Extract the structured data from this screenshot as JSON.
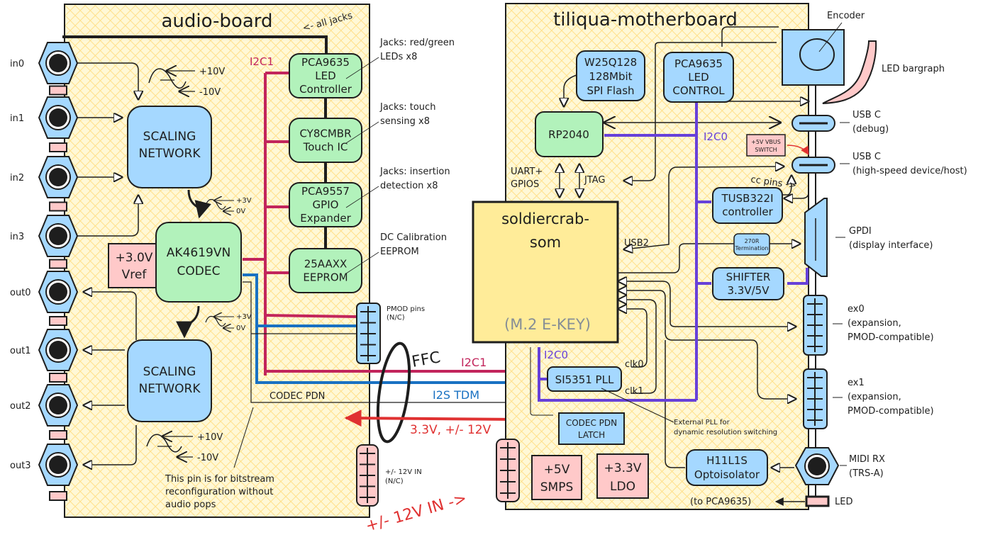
{
  "colors": {
    "board_fill": "#fff3bf",
    "hatch": "#ffe58a",
    "green_block": "#b2f2bb",
    "blue_block": "#a5d8ff",
    "pink_block": "#ffc9c9",
    "som_fill": "#ffec99",
    "i2c1": "#c2255c",
    "i2s": "#1971c2",
    "i2c0": "#6741d9",
    "power": "#e03131",
    "muted": "#868e96"
  },
  "audio_board": {
    "title": "audio-board",
    "all_jacks_note": "<- all jacks",
    "jacks": [
      "in0",
      "in1",
      "in2",
      "in3",
      "out0",
      "out1",
      "out2",
      "out3"
    ],
    "scaling_in": {
      "line1": "SCALING",
      "line2": "NETWORK"
    },
    "scaling_out": {
      "line1": "SCALING",
      "line2": "NETWORK"
    },
    "wave_in": {
      "plus": "+10V",
      "minus": "-10V"
    },
    "wave_out": {
      "plus": "+10V",
      "minus": "-10V"
    },
    "wave_codec_in": {
      "plus": "+3V",
      "minus": "0V"
    },
    "wave_codec_out": {
      "plus": "+3V",
      "minus": "0V"
    },
    "codec": {
      "line1": "AK4619VN",
      "line2": "CODEC"
    },
    "vref": {
      "line1": "+3.0V",
      "line2": "Vref"
    },
    "i2c1_label": "I2C1",
    "chips": [
      {
        "line1": "PCA9635",
        "line2": "LED",
        "line3": "Controller",
        "note1": "Jacks: red/green",
        "note2": "LEDs x8"
      },
      {
        "line1": "CY8CMBR",
        "line2": "Touch IC",
        "line3": "",
        "note1": "Jacks: touch",
        "note2": "sensing x8"
      },
      {
        "line1": "PCA9557",
        "line2": "GPIO",
        "line3": "Expander",
        "note1": "Jacks: insertion",
        "note2": "detection x8"
      },
      {
        "line1": "25AAXX",
        "line2": "EEPROM",
        "line3": "",
        "note1": "DC Calibration",
        "note2": "EEPROM"
      }
    ],
    "pmod_note": {
      "line1": "PMOD pins",
      "line2": "(N/C)"
    },
    "pwr_in_note": {
      "line1": "+/- 12V IN",
      "line2": "(N/C)"
    },
    "codec_pdn_label": "CODEC PDN",
    "bitstream_note": [
      "This pin is for bitstream",
      "reconfiguration without",
      "audio pops"
    ]
  },
  "cable": {
    "ffc_label": "FFC",
    "i2c1_label": "I2C1",
    "i2s_label": "I2S TDM",
    "power_label": "3.3V, +/- 12V",
    "power_in_label": "+/- 12V IN ->"
  },
  "motherboard": {
    "title": "tiliqua-motherboard",
    "flash": {
      "line1": "W25Q128",
      "line2": "128Mbit",
      "line3": "SPI Flash"
    },
    "rp2040": "RP2040",
    "uart_label": {
      "line1": "UART+",
      "line2": "GPIOS"
    },
    "jtag_label": "JTAG",
    "led_control": {
      "line1": "PCA9635",
      "line2": "LED",
      "line3": "CONTROL"
    },
    "i2c0_label": "I2C0",
    "i2c0_label_2": "I2C0",
    "vbus_switch": {
      "line1": "+5V VBUS",
      "line2": "SWITCH"
    },
    "cc_pins": "cc pins ->",
    "tusb": {
      "line1": "TUSB322I",
      "line2": "controller"
    },
    "termination": {
      "line1": "270R",
      "line2": "Termination"
    },
    "shifter": {
      "line1": "SHIFTER",
      "line2": "3.3V/5V"
    },
    "som": {
      "line1": "soldiercrab-",
      "line2": "som",
      "line3": "(M.2 E-KEY)"
    },
    "usb2_label": "USB2",
    "pll": "SI5351 PLL",
    "clk0": "clk0",
    "clk1": "clk1",
    "pll_note": [
      "External PLL for",
      "dynamic resolution switching"
    ],
    "codec_latch": {
      "line1": "CODEC PDN",
      "line2": "LATCH"
    },
    "smps": {
      "line1": "+5V",
      "line2": "SMPS"
    },
    "ldo": {
      "line1": "+3.3V",
      "line2": "LDO"
    },
    "opto": {
      "line1": "H11L1S",
      "line2": "Optoisolator"
    },
    "to_pca": "(to PCA9635)"
  },
  "connectors": {
    "encoder": "Encoder",
    "bargraph": "LED bargraph",
    "usb_debug": {
      "line1": "USB C",
      "line2": "(debug)"
    },
    "usb_hs": {
      "line1": "USB C",
      "line2": "(high-speed device/host)"
    },
    "gpdi": {
      "line1": "GPDI",
      "line2": "(display interface)"
    },
    "ex0": {
      "line1": "ex0",
      "line2": "(expansion,",
      "line3": "PMOD-compatible)"
    },
    "ex1": {
      "line1": "ex1",
      "line2": "(expansion,",
      "line3": "PMOD-compatible)"
    },
    "midi": {
      "line1": "MIDI RX",
      "line2": "(TRS-A)"
    },
    "led": "LED"
  }
}
